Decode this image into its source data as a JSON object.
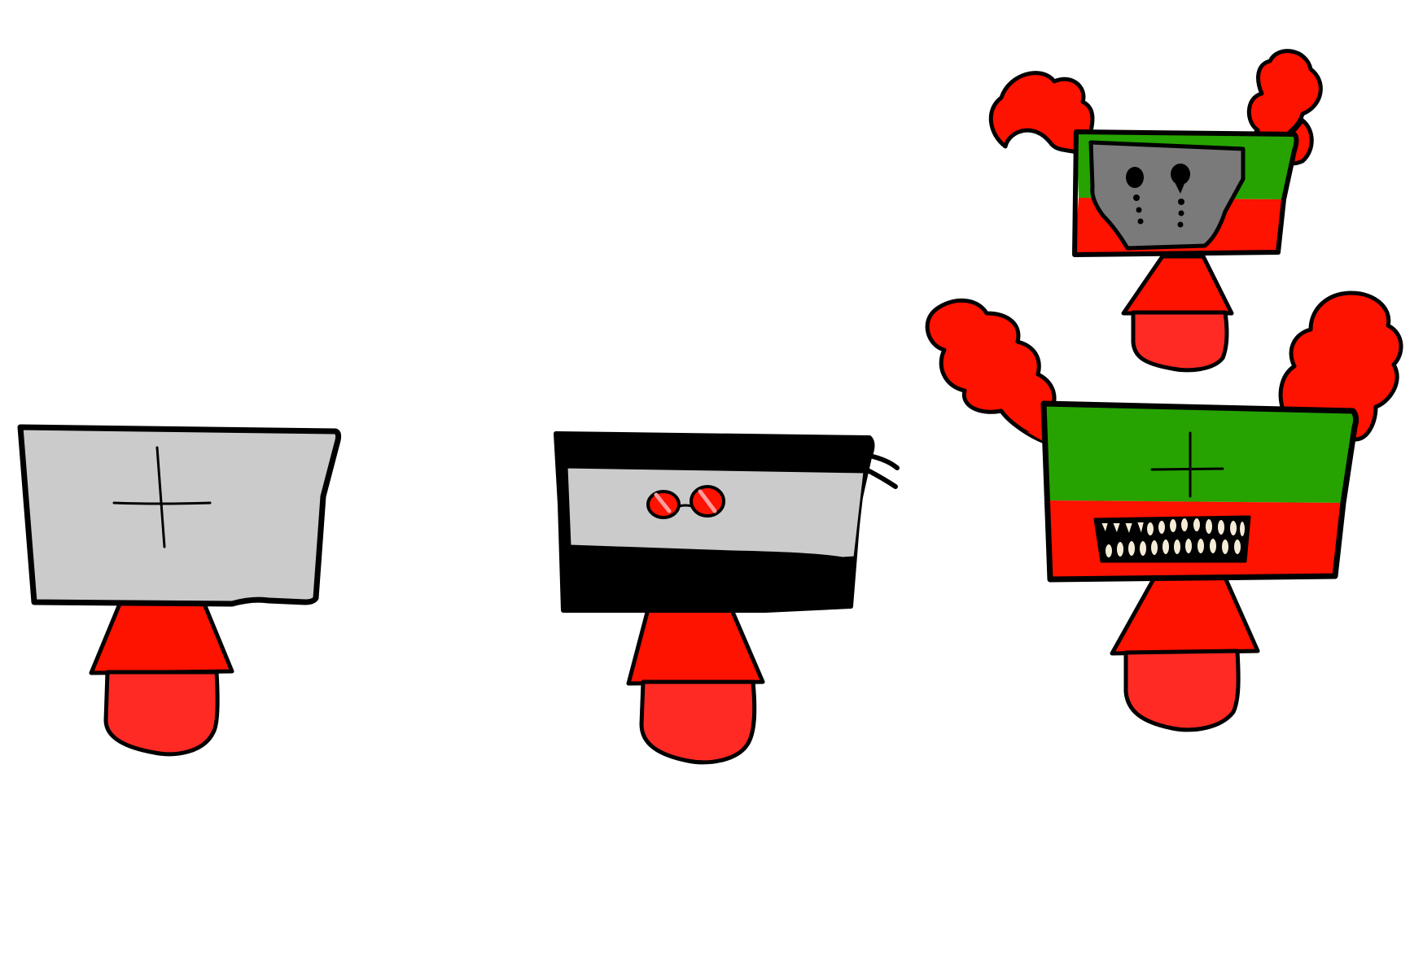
{
  "scene": {
    "background": "#ffffff",
    "characters": [
      {
        "id": "plain-grey",
        "screen_color": "#cbcbcb",
        "face": "cross-mark"
      },
      {
        "id": "sunglasses",
        "screen_color": "#cbcbcb",
        "band_color": "#000000",
        "face": "red-sunglasses"
      },
      {
        "id": "angry-small",
        "screen_colors": [
          "#26a300",
          "#fe1200"
        ],
        "mask_color": "#7a7a7a",
        "face": "crying-mask",
        "hair_color": "#fe1200"
      },
      {
        "id": "angry-large",
        "screen_colors": [
          "#26a300",
          "#fe1200"
        ],
        "face": "cross-mark-with-teeth",
        "hair_color": "#fe1200"
      }
    ],
    "colors": {
      "body_red": "#fe1200",
      "body_red_light": "#ff2a24",
      "outline": "#000000",
      "tooth": "#f4ecd6"
    }
  }
}
